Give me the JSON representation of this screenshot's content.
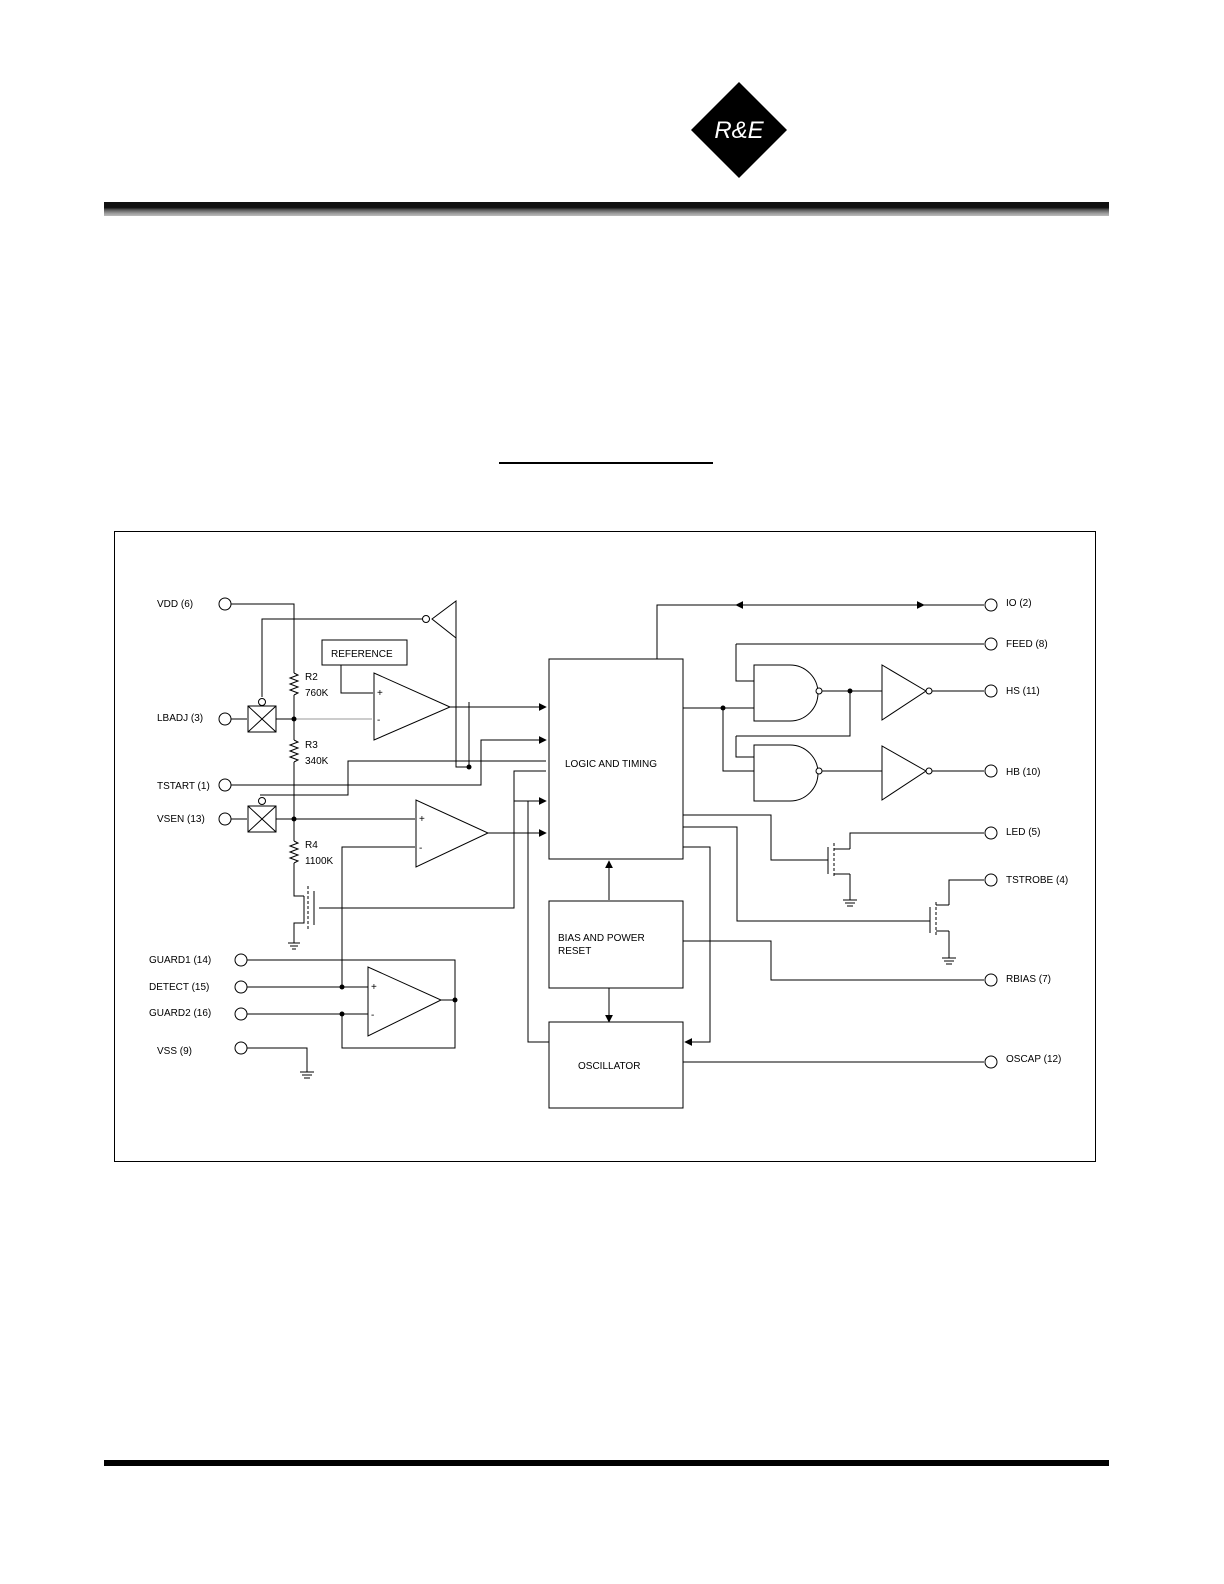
{
  "header": {
    "logo_text": "R&E"
  },
  "diagram": {
    "pins": {
      "vdd": "VDD (6)",
      "lbadj": "LBADJ (3)",
      "tstart": "TSTART (1)",
      "vsen": "VSEN (13)",
      "guard1": "GUARD1 (14)",
      "detect": "DETECT (15)",
      "guard2": "GUARD2  (16)",
      "vss": "VSS (9)",
      "io": "IO (2)",
      "feed": "FEED (8)",
      "hs": "HS (11)",
      "hb": "HB (10)",
      "led": "LED (5)",
      "tstrobe": "TSTROBE (4)",
      "rbias": "RBIAS (7)",
      "oscap": "OSCAP (12)"
    },
    "blocks": {
      "reference": "REFERENCE",
      "logic": "LOGIC AND TIMING",
      "bias_line1": "BIAS AND POWER",
      "bias_line2": "RESET",
      "oscillator": "OSCILLATOR"
    },
    "resistors": {
      "r2_name": "R2",
      "r2_value": "760K",
      "r3_name": "R3",
      "r3_value": "340K",
      "r4_name": "R4",
      "r4_value": "1100K"
    },
    "opamp_signs": {
      "plus": "+",
      "minus": "-"
    }
  }
}
